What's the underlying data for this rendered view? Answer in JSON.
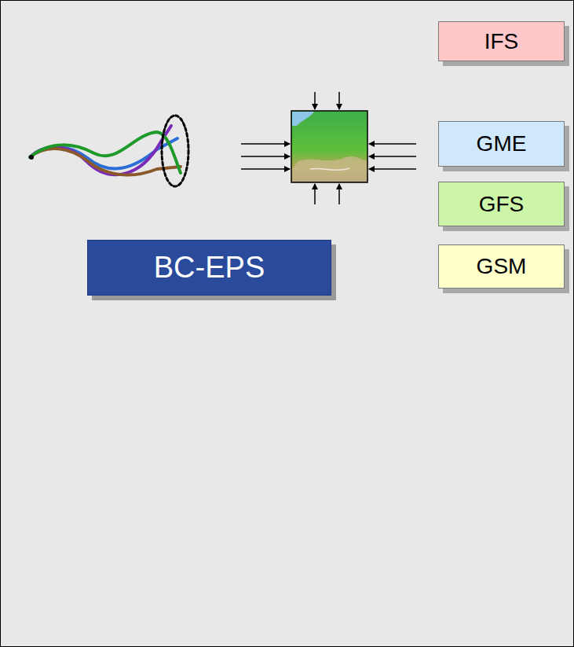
{
  "diagram": {
    "nodes": [
      {
        "text": [
          "IFS"
        ]
      },
      {
        "text": [
          "GME"
        ]
      },
      {
        "text": [
          "GFS"
        ]
      },
      {
        "text": [
          "BC-EPS"
        ]
      },
      {
        "text": [
          "GSM"
        ]
      }
    ]
  }
}
